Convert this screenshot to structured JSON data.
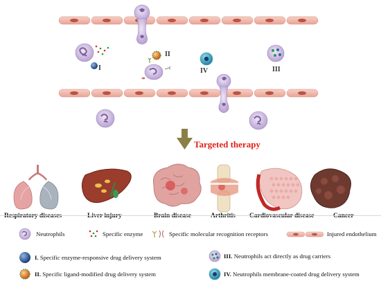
{
  "targeted_therapy": "Targeted therapy",
  "roman": {
    "i": "I",
    "ii": "II",
    "iii": "III",
    "iv": "IV"
  },
  "organs": [
    {
      "label": "Respiratory diseases"
    },
    {
      "label": "Liver injury"
    },
    {
      "label": "Brain disease"
    },
    {
      "label": "Arthritis"
    },
    {
      "label": "Cardiovascular disease"
    },
    {
      "label": "Cancer"
    }
  ],
  "legend": {
    "neutrophils": "Neutrophils",
    "specific_enzyme": "Specific enzyme",
    "receptors": "Specific molecular recognition receptors",
    "injured_endothelium": "Injured endothelium",
    "item_i_num": "I.",
    "item_i": "Specific enzyme-responsive drug delivery system",
    "item_ii_num": "II.",
    "item_ii": "Specific ligand-modified drug delivery system",
    "item_iii_num": "III.",
    "item_iii": "Neutrophils act directly as drug carriers",
    "item_iv_num": "IV.",
    "item_iv": "Neutrophils membrane-coated drug delivery system"
  },
  "colors": {
    "endothelium": "#f0b9ae",
    "nucleus": "#b85545",
    "neutrophil": "#c9b6dc",
    "neutrophil_nucleus": "#7a5fa0",
    "arrow": "#8a8045",
    "therapy_red": "#e0201a"
  }
}
